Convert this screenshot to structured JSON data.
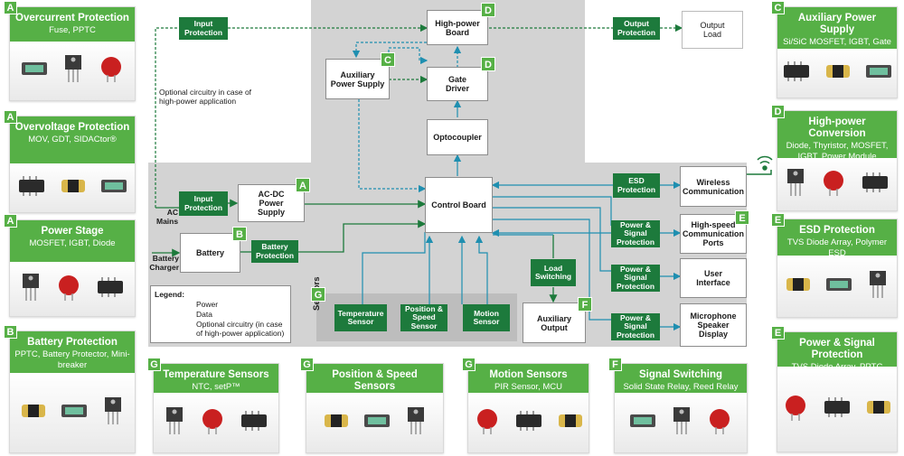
{
  "colors": {
    "green": "#56b046",
    "dark_green": "#1d7a3c",
    "wire_blue": "#1f8fb0",
    "wire_green": "#1d7a3c",
    "region_gray": "#d3d3d3"
  },
  "left_cards": [
    {
      "letter": "A",
      "title": "Overcurrent Protection",
      "subtitle": "Fuse, PPTC"
    },
    {
      "letter": "A",
      "title": "Overvoltage Protection",
      "subtitle": "MOV, GDT, SIDACtor®"
    },
    {
      "letter": "A",
      "title": "Power Stage",
      "subtitle": "MOSFET, IGBT, Diode"
    },
    {
      "letter": "B",
      "title": "Battery Protection",
      "subtitle": "PPTC, Battery Protector, Mini-breaker"
    }
  ],
  "right_cards": [
    {
      "letter": "C",
      "title": "Auxiliary Power Supply",
      "subtitle": "Si/SiC MOSFET, IGBT, Gate Driver, TVS Diode"
    },
    {
      "letter": "D",
      "title": "High-power Conversion",
      "subtitle": "Diode, Thyristor, MOSFET, IGBT, Power Module"
    },
    {
      "letter": "E",
      "title": "ESD Protection",
      "subtitle": "TVS Diode Array, Polymer ESD"
    },
    {
      "letter": "E",
      "title": "Power & Signal Protection",
      "subtitle": "TVS Diode Array, PPTC"
    }
  ],
  "bottom_cards": [
    {
      "letter": "G",
      "title": "Temperature Sensors",
      "subtitle": "NTC, setP™"
    },
    {
      "letter": "G",
      "title": "Position & Speed Sensors",
      "subtitle": "Magnetic Sensor"
    },
    {
      "letter": "G",
      "title": "Motion Sensors",
      "subtitle": "PIR Sensor, MCU"
    },
    {
      "letter": "F",
      "title": "Signal Switching",
      "subtitle": "Solid State Relay, Reed Relay"
    }
  ],
  "blocks": {
    "high_power_board": "High-power Board",
    "auxiliary_power_supply": "Auxiliary Power Supply",
    "gate_driver": "Gate Driver",
    "optocoupler": "Optocoupler",
    "output_load": "Output Load",
    "control_board": "Control Board",
    "ac_dc_power_supply": "AC-DC Power Supply",
    "battery": "Battery",
    "wireless_communication": "Wireless Communication",
    "high_speed_ports": "High-speed Communication Ports",
    "user_interface": "User Interface",
    "mic_speaker_display": "Microphone Speaker Display",
    "auxiliary_output": "Auxiliary Output",
    "temperature_sensor": "Temperature Sensor",
    "position_speed_sensor": "Position & Speed Sensor",
    "motion_sensor": "Motion Sensor"
  },
  "protections": {
    "input_protection_top": "Input Protection",
    "output_protection": "Output Protection",
    "input_protection_ac": "Input Protection",
    "battery_protection": "Battery Protection",
    "esd_protection": "ESD Protection",
    "ps_protection_1": "Power & Signal Protection",
    "ps_protection_2": "Power & Signal Protection",
    "ps_protection_3": "Power & Signal Protection",
    "load_switching": "Load Switching"
  },
  "labels": {
    "optional_note": "Optional circuitry in case of high-power application",
    "ac_mains": "AC Mains",
    "battery_charger": "Battery Charger",
    "sensors": "Sensors"
  },
  "legend": {
    "title": "Legend:",
    "power": "Power",
    "data": "Data",
    "optional": "Optional circuitry (in case of high-power application)"
  },
  "block_letters": {
    "high_power_board": "D",
    "auxiliary_power_supply": "C",
    "gate_driver": "D",
    "ac_dc": "A",
    "battery": "B",
    "high_speed": "E",
    "aux_output": "F",
    "sensors": "G"
  }
}
